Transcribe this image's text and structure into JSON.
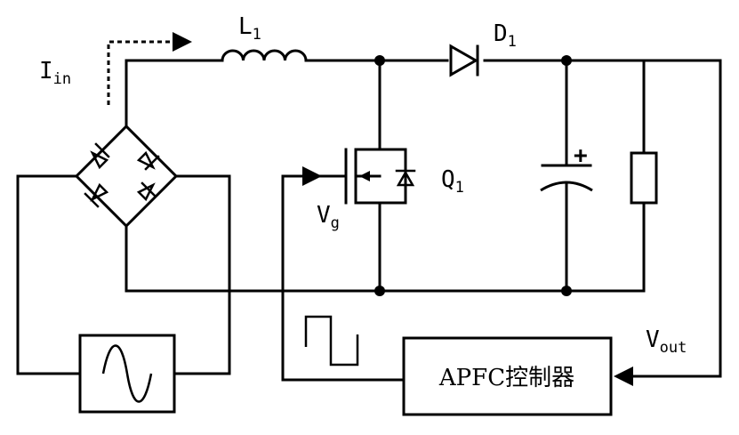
{
  "labels": {
    "input_current": "I",
    "input_current_sub": "in",
    "inductor": "L",
    "inductor_sub": "1",
    "diode": "D",
    "diode_sub": "1",
    "switch": "Q",
    "switch_sub": "1",
    "gate_voltage": "V",
    "gate_voltage_sub": "g",
    "output_voltage": "V",
    "output_voltage_sub": "out",
    "capacitor_polarity": "+",
    "controller": "APFC控制器"
  }
}
